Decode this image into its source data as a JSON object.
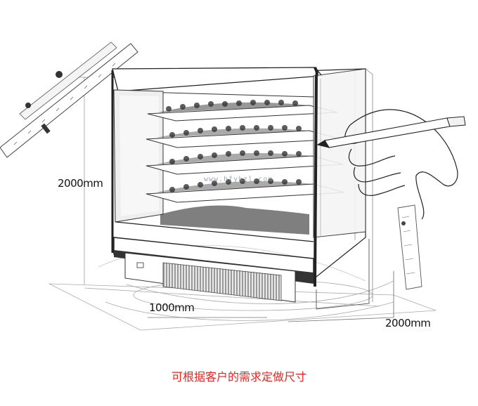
{
  "dimensions": {
    "height_label": "2000mm",
    "width_label": "1000mm",
    "depth_label": "2000mm"
  },
  "caption": {
    "text": "可根据客户的需求定做尺寸",
    "color": "#e8231e"
  },
  "watermark": {
    "url_text": "www.hfykzl.com"
  },
  "colors": {
    "line": "#222222",
    "sketch_gray": "#9a9a9a"
  }
}
